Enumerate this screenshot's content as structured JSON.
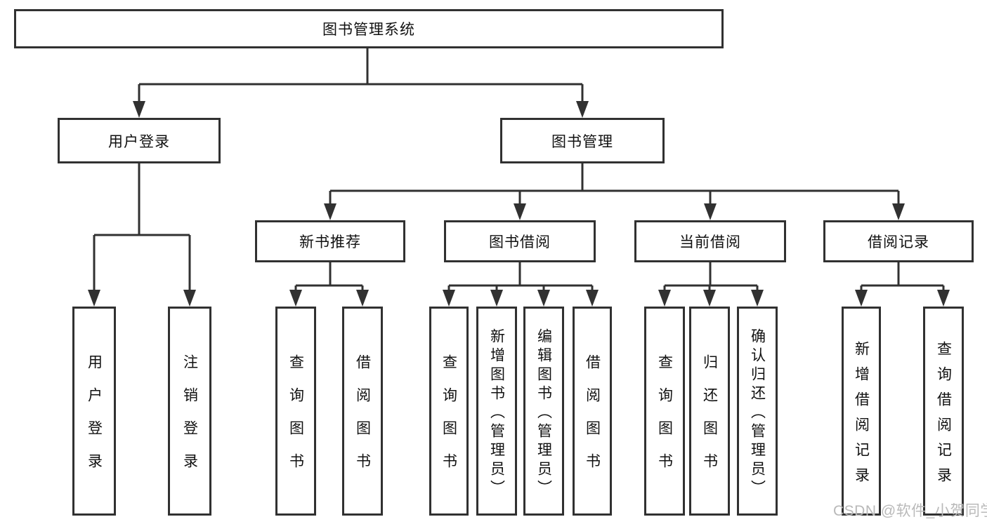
{
  "diagram": {
    "root": {
      "label": "图书管理系统"
    },
    "user": {
      "label": "用户登录",
      "children": [
        {
          "label": "用户登录"
        },
        {
          "label": "注销登录"
        }
      ]
    },
    "book": {
      "label": "图书管理",
      "sections": [
        {
          "label": "新书推荐",
          "children": [
            {
              "label": "查询图书"
            },
            {
              "label": "借阅图书"
            }
          ]
        },
        {
          "label": "图书借阅",
          "children": [
            {
              "label": "查询图书"
            },
            {
              "label": "新增图书（管理员）"
            },
            {
              "label": "编辑图书（管理员）"
            },
            {
              "label": "借阅图书"
            }
          ]
        },
        {
          "label": "当前借阅",
          "children": [
            {
              "label": "查询图书"
            },
            {
              "label": "归还图书"
            },
            {
              "label": "确认归还（管理员）"
            }
          ]
        },
        {
          "label": "借阅记录",
          "children": [
            {
              "label": "新增借阅记录"
            },
            {
              "label": "查询借阅记录"
            }
          ]
        }
      ]
    }
  },
  "watermark": {
    "text": "CSDN @软件_小贺同学"
  },
  "colors": {
    "line": "#313131",
    "box_border": "#313131",
    "box_fill": "#ffffff",
    "text": "#111111",
    "watermark": "#b9b9b9",
    "background": "#ffffff"
  }
}
